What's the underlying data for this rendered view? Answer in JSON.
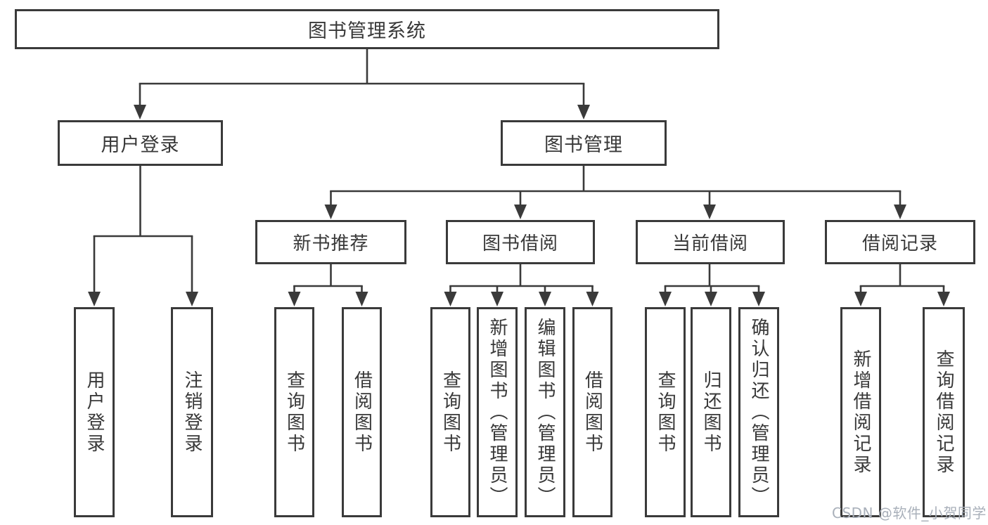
{
  "diagram": {
    "type": "hierarchy-tree",
    "title": "图书管理系统",
    "hierarchy": {
      "图书管理系统": {
        "用户登录": [
          "用户登录",
          "注销登录"
        ],
        "图书管理": {
          "新书推荐": [
            "查询图书",
            "借阅图书"
          ],
          "图书借阅": [
            "查询图书",
            "新增图书（管理员）",
            "编辑图书（管理员）",
            "借阅图书"
          ],
          "当前借阅": [
            "查询图书",
            "归还图书",
            "确认归还（管理员）"
          ],
          "借阅记录": [
            "新增借阅记录",
            "查询借阅记录"
          ]
        }
      }
    }
  },
  "nodes": {
    "root": "图书管理系统",
    "user_login": "用户登录",
    "book_mgmt": "图书管理",
    "new_book_rec": "新书推荐",
    "book_borrow": "图书借阅",
    "current_borrow": "当前借阅",
    "borrow_record": "借阅记录",
    "leaf_user_login": "用户登录",
    "leaf_logout": "注销登录",
    "leaf_nb_query": "查询图书",
    "leaf_nb_borrow": "借阅图书",
    "leaf_bb_query": "查询图书",
    "leaf_bb_add": "新增图书（管理员）",
    "leaf_bb_edit": "编辑图书（管理员）",
    "leaf_bb_borrow": "借阅图书",
    "leaf_cb_query": "查询图书",
    "leaf_cb_return": "归还图书",
    "leaf_cb_confirm": "确认归还（管理员）",
    "leaf_br_add": "新增借阅记录",
    "leaf_br_query": "查询借阅记录"
  },
  "watermark": {
    "text": "CSDN @软件_小贺同学"
  },
  "colors": {
    "line": "#3a3a3a",
    "text": "#383838",
    "box_bg": "#ffffff",
    "page_bg": "#ffffff",
    "watermark": "#a9b0ba"
  }
}
